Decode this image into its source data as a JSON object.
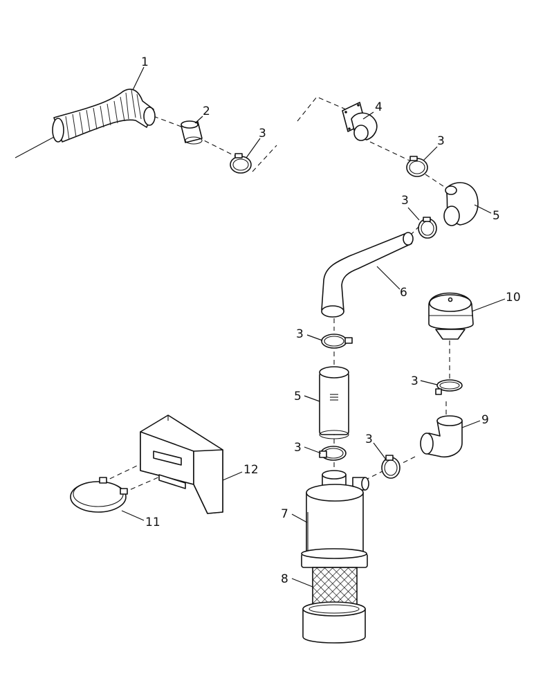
{
  "labels": {
    "p1": "1",
    "p2": "2",
    "p3a": "3",
    "p3b": "3",
    "p3c": "3",
    "p3d": "3",
    "p3e": "3",
    "p3f": "3",
    "p3g": "3",
    "p4": "4",
    "p5a": "5",
    "p5b": "5",
    "p6": "6",
    "p7": "7",
    "p8": "8",
    "p9": "9",
    "p10": "10",
    "p11": "11",
    "p12": "12"
  }
}
